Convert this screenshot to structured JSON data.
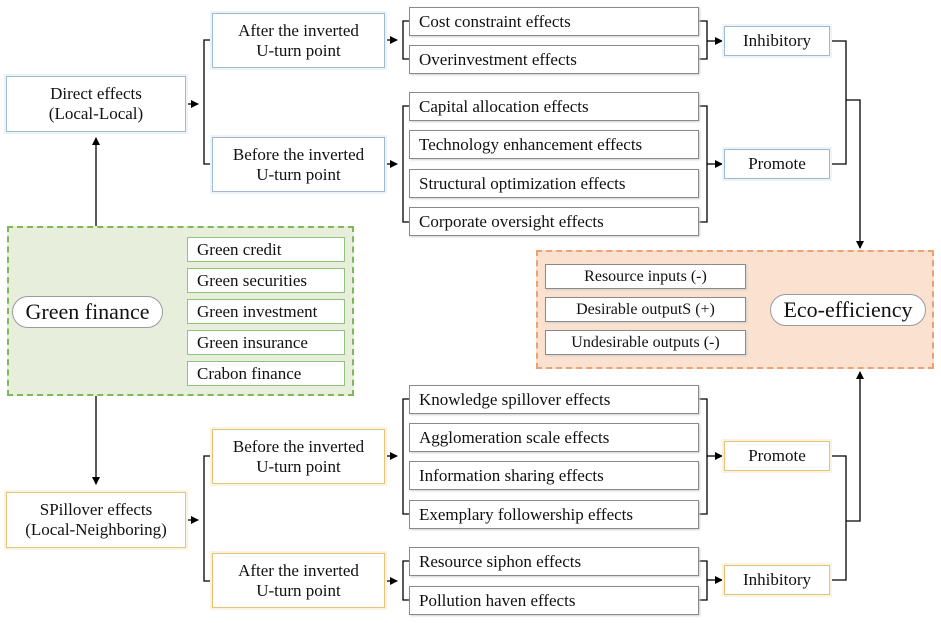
{
  "direct": {
    "label": "Direct effects\n(Local-Local)",
    "after": "After the inverted\nU-turn point",
    "before": "Before the inverted\nU-turn point",
    "after_effects": [
      "Cost constraint effects",
      "Overinvestment effects"
    ],
    "before_effects": [
      "Capital allocation effects",
      "Technology enhancement effects",
      "Structural optimization effects",
      "Corporate oversight effects"
    ],
    "inhibitory": "Inhibitory",
    "promote": "Promote"
  },
  "green_finance": {
    "label": "Green finance",
    "items": [
      "Green credit",
      "Green securities",
      "Green investment",
      "Green insurance",
      "Crabon finance"
    ]
  },
  "eco": {
    "label": "Eco-efficiency",
    "items": [
      "Resource inputs (-)",
      "Desirable outputS (+)",
      "Undesirable outputs (-)"
    ]
  },
  "spillover": {
    "label": "SPillover effects\n(Local-Neighboring)",
    "before": "Before the inverted\nU-turn point",
    "after": "After the inverted\nU-turn point",
    "before_effects": [
      "Knowledge spillover effects",
      "Agglomeration scale effects",
      "Information sharing effects",
      "Exemplary followership effects"
    ],
    "after_effects": [
      "Resource siphon effects",
      "Pollution haven effects"
    ],
    "promote": "Promote",
    "inhibitory": "Inhibitory"
  },
  "colors": {
    "blue_border": "#9fb9d3",
    "orange_border": "#e6c27a",
    "green_panel": "#e7efdc",
    "green_dash": "#7fb85a",
    "eco_panel": "#fbe1cf",
    "eco_dash": "#eaa174"
  }
}
